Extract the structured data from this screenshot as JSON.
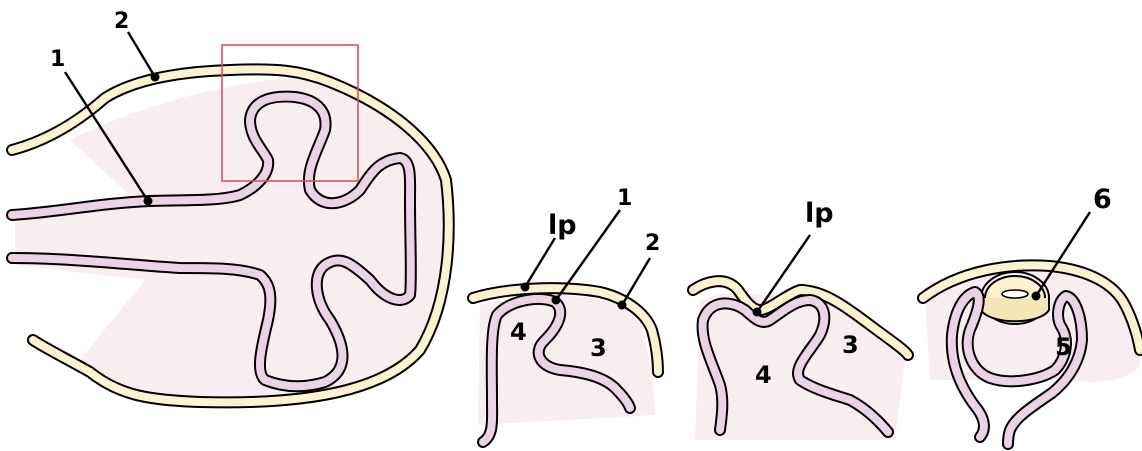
{
  "labels": {
    "outer_layer": "2",
    "inner_layer": "1",
    "placode": "lp",
    "region_3": "3",
    "region_4": "4",
    "region_5": "5",
    "structure_6": "6"
  },
  "colors": {
    "ectoderm_fill": "#fbf3cf",
    "endoderm_fill": "#ebd3e6",
    "mesenchyme": "#f8eef0",
    "outline": "#000000",
    "highlight_box": "#e0505a"
  }
}
